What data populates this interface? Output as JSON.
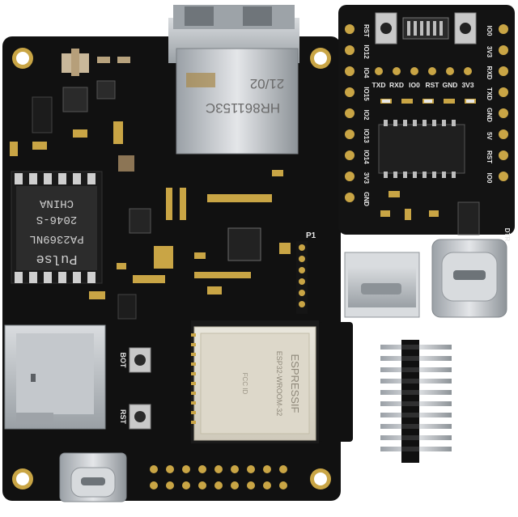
{
  "main_board": {
    "ethernet_jack_text": [
      "21/02",
      "HR861153C"
    ],
    "transformer_text": [
      "PA2369NL",
      "2046-S",
      "CHINA",
      "Pulse"
    ],
    "button_labels": [
      "BOT",
      "RST"
    ],
    "header_label": "P1",
    "module_text": [
      "ESPRESSIF",
      "ESP32-WROOM-32",
      "FCC ID"
    ],
    "usb_type": "USB Type-C"
  },
  "programmer_board": {
    "top_pins_label": [
      "TXD",
      "RXD",
      "IO0",
      "RST",
      "GND",
      "3V3"
    ],
    "left_pins": [
      "RST",
      "IO12",
      "IO4",
      "IO15",
      "IO2",
      "IO13",
      "IO14",
      "3V3",
      "GND"
    ],
    "right_pins": [
      "IO0",
      "3V3",
      "RXD",
      "TXD",
      "GND",
      "5V",
      "RST",
      "IO0"
    ],
    "usb_label": "DTR"
  },
  "colors": {
    "pcb": "#121212",
    "pad_gold": "#c9a545",
    "metal": "#bfc3c8",
    "silk": "#e8e8e8"
  }
}
